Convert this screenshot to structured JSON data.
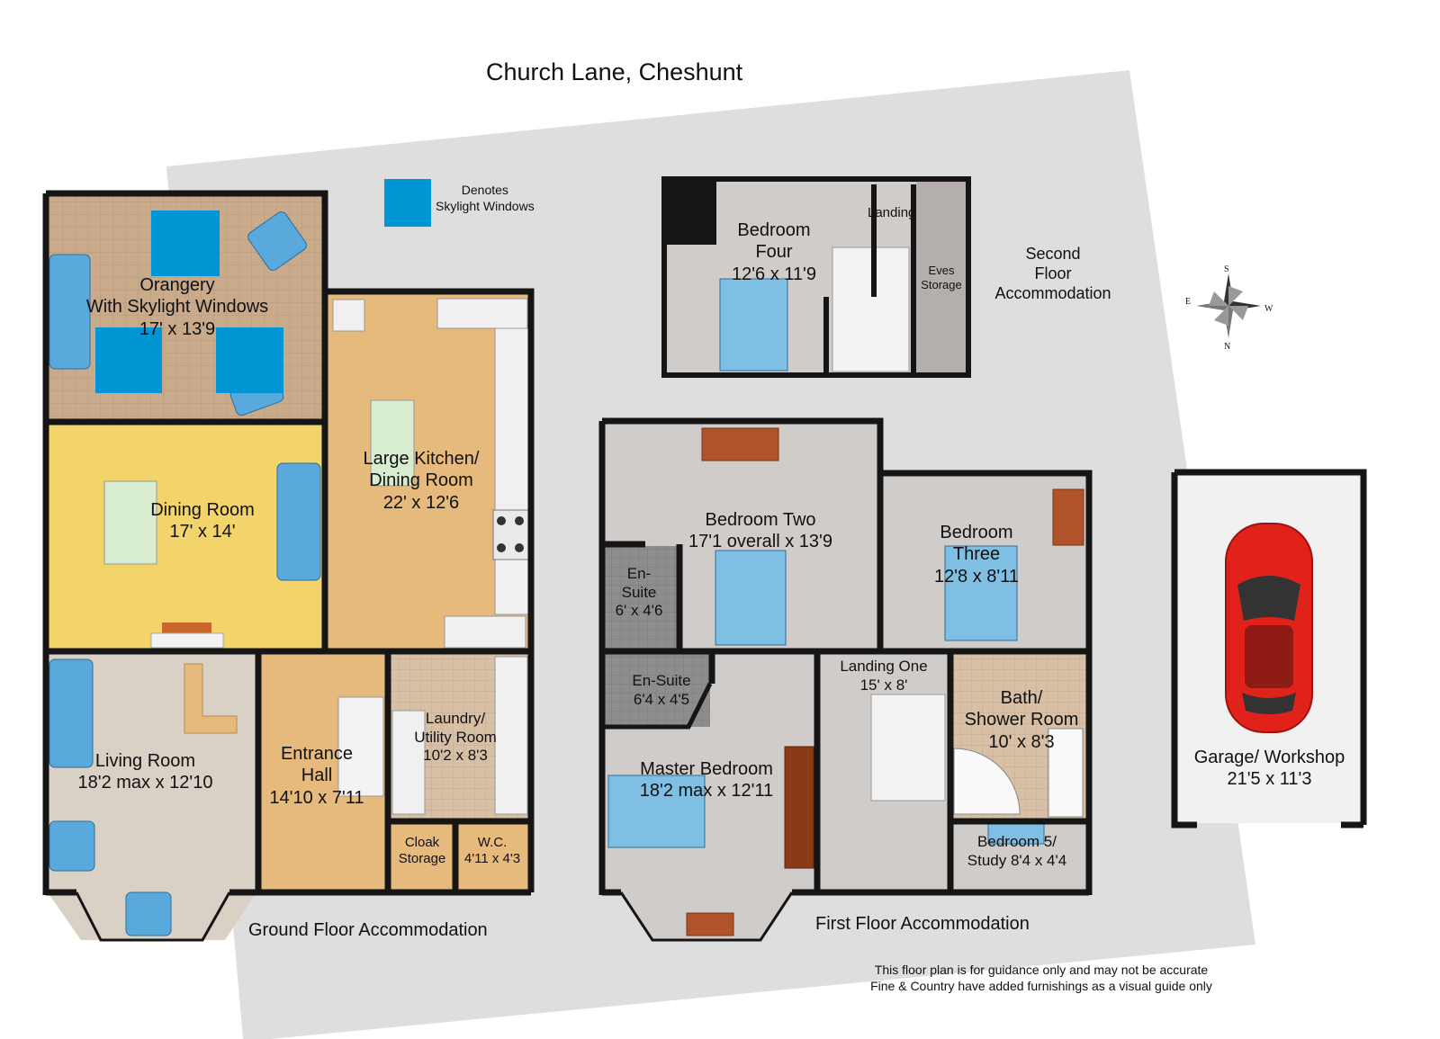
{
  "title": "Church Lane, Cheshunt",
  "legend": {
    "line1": "Denotes",
    "line2": "Skylight Windows",
    "color": "#0096d6"
  },
  "compass": {
    "n": "N",
    "s": "S",
    "e": "E",
    "w": "W"
  },
  "captions": {
    "ground": "Ground Floor Accommodation",
    "first": "First Floor Accommodation",
    "second": [
      "Second",
      "Floor",
      "Accommodation"
    ]
  },
  "disclaimer": {
    "line1": "This floor plan is for guidance only and may not be accurate",
    "line2": "Fine & Country have added furnishings as a visual guide only"
  },
  "rooms": {
    "orangery": [
      "Orangery",
      "With Skylight Windows",
      "17' x 13'9"
    ],
    "dining": [
      "Dining Room",
      "17' x 14'"
    ],
    "kitchen": [
      "Large Kitchen/",
      "Dining Room",
      "22' x 12'6"
    ],
    "living": [
      "Living Room",
      "18'2  max x 12'10"
    ],
    "entrance": [
      "Entrance",
      "Hall",
      "14'10 x 7'11"
    ],
    "laundry": [
      "Laundry/",
      "Utility Room",
      "10'2 x 8'3"
    ],
    "cloak": [
      "Cloak",
      "Storage"
    ],
    "wc": [
      "W.C.",
      "4'11 x 4'3"
    ],
    "bedroom_four": [
      "Bedroom",
      "Four",
      "12'6 x 11'9"
    ],
    "landing2": "Landing",
    "eves": [
      "Eves",
      "Storage"
    ],
    "bedroom_two": [
      "Bedroom Two",
      "17'1 overall x 13'9"
    ],
    "ensuite1": [
      "En-",
      "Suite",
      "6' x 4'6"
    ],
    "bedroom_three": [
      "Bedroom",
      "Three",
      "12'8 x 8'11"
    ],
    "ensuite2": [
      "En-Suite",
      "6'4 x 4'5"
    ],
    "landing1": [
      "Landing One",
      "15' x 8'"
    ],
    "bath": [
      "Bath/",
      "Shower Room",
      "10' x 8'3"
    ],
    "master": [
      "Master Bedroom",
      "18'2 max x 12'11"
    ],
    "bedroom5": [
      "Bedroom 5/",
      "Study 8'4 x 4'4"
    ],
    "garage": [
      "Garage/ Workshop",
      "21'5 x 11'3"
    ]
  },
  "colors": {
    "wall": "#151515",
    "orangery_tile": "#c9ab8c",
    "dining_floor": "#f2d46b",
    "wood_floor": "#e6b97c",
    "living_floor": "#d9d0c6",
    "grey_floor": "#d0ccca",
    "ensuite_floor": "#8d8d8d",
    "sofa": "#5aa9dc",
    "bed": "#7fbfe3",
    "car": "#e0221a",
    "watermark": "#dedede"
  }
}
